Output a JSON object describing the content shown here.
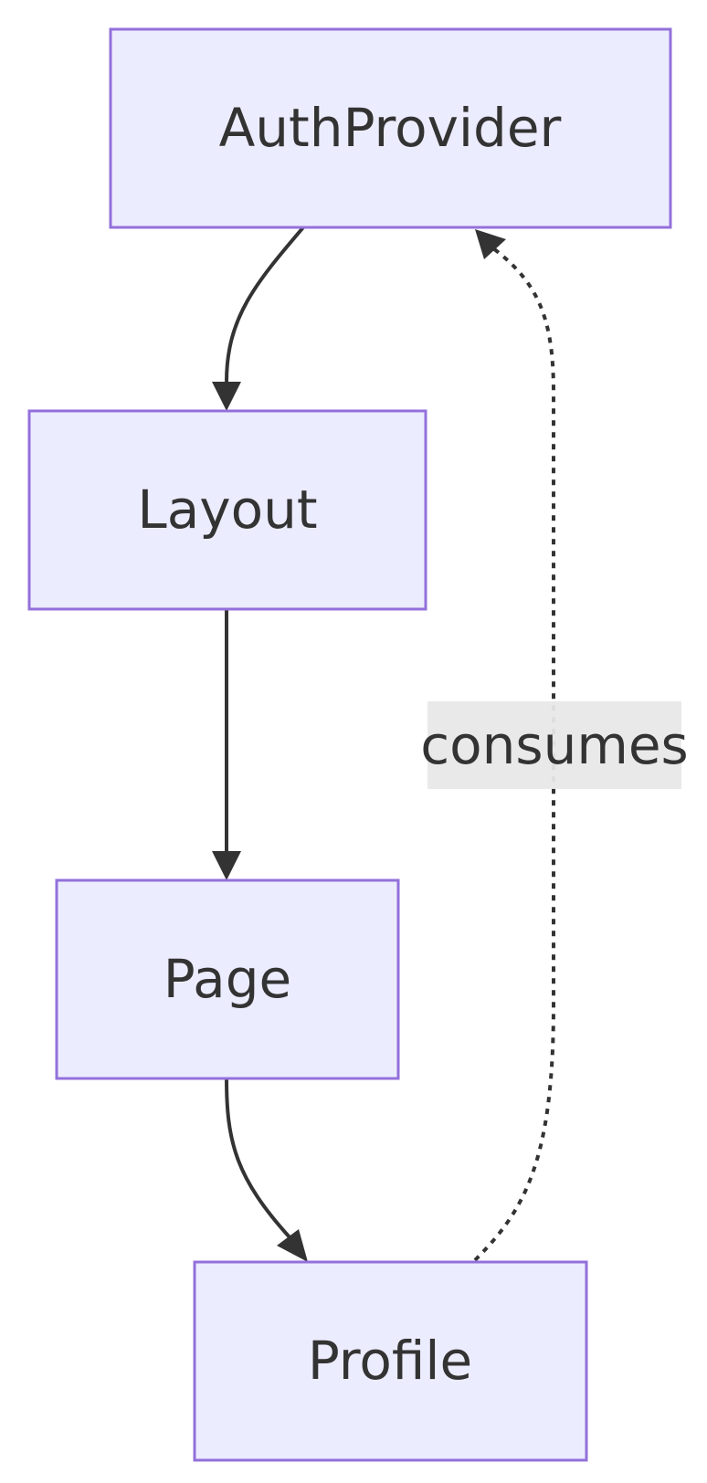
{
  "nodes": {
    "auth_provider": "AuthProvider",
    "layout": "Layout",
    "page": "Page",
    "profile": "Profile"
  },
  "edges": {
    "auth_to_layout": {
      "from": "AuthProvider",
      "to": "Layout",
      "style": "solid"
    },
    "layout_to_page": {
      "from": "Layout",
      "to": "Page",
      "style": "solid"
    },
    "page_to_profile": {
      "from": "Page",
      "to": "Profile",
      "style": "solid"
    },
    "profile_to_auth": {
      "from": "Profile",
      "to": "AuthProvider",
      "style": "dotted",
      "label": "consumes"
    }
  },
  "colors": {
    "node_fill": "#ECECFF",
    "node_stroke": "#9370DB",
    "edge": "#333333",
    "edge_label_bg": "#E8E8E8",
    "text": "#333333"
  }
}
